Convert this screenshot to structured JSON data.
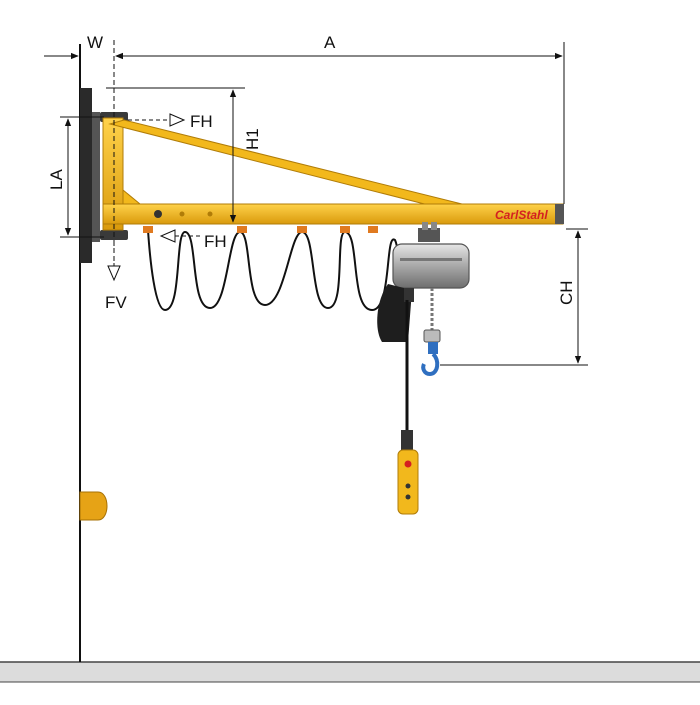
{
  "labels": {
    "width": "W",
    "arm_length": "A",
    "height_h1": "H1",
    "load_arm": "LA",
    "horizontal_force_top": "FH",
    "horizontal_force_bottom": "FH",
    "vertical_force": "FV",
    "hook_height": "CH",
    "brand": "CarlStahl"
  },
  "colors": {
    "crane_yellow": "#f2b81c",
    "crane_dark": "#c8900a",
    "hoist_grey": "#9a9a9a",
    "cable_black": "#111111",
    "floor_grey": "#d9d9d9",
    "hook_blue": "#2f6fc0",
    "brand_red": "#d42020"
  }
}
